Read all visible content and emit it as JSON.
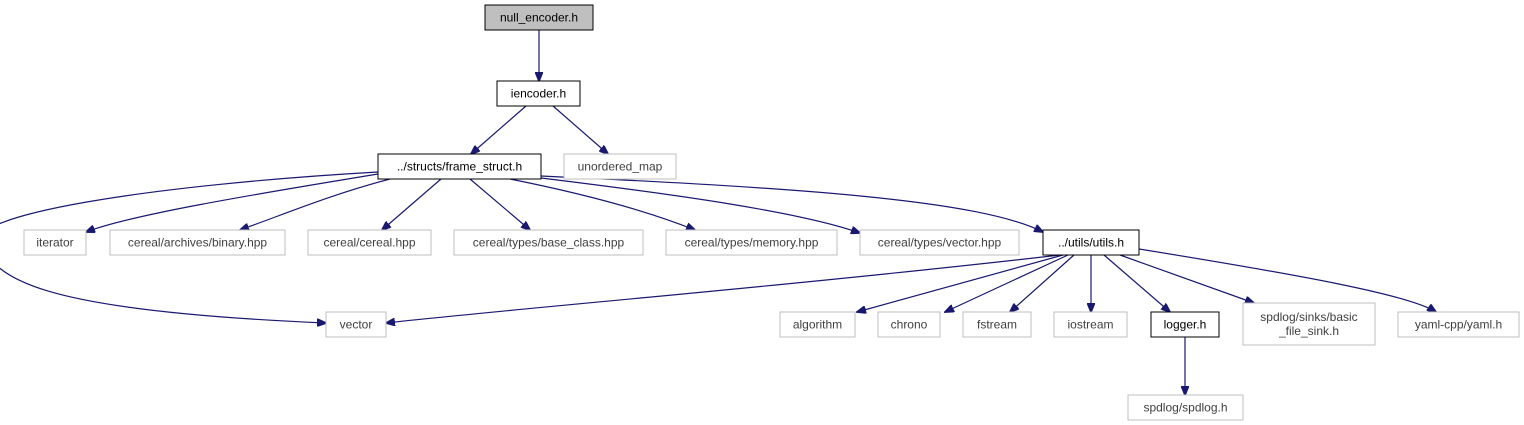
{
  "colors": {
    "edge": "#191970",
    "root_fill": "#bfbfbf",
    "local_border": "#000000",
    "system_border": "#bfbfbf",
    "system_text": "#404040",
    "text": "#000000"
  },
  "nodes": [
    {
      "id": "null_encoder",
      "lines": [
        "null_encoder.h"
      ],
      "kind": "root",
      "interactable": true
    },
    {
      "id": "iencoder",
      "lines": [
        "iencoder.h"
      ],
      "kind": "local",
      "interactable": true
    },
    {
      "id": "frame_struct",
      "lines": [
        "../structs/frame_struct.h"
      ],
      "kind": "local",
      "interactable": true
    },
    {
      "id": "unordered_map",
      "lines": [
        "unordered_map"
      ],
      "kind": "system",
      "interactable": false
    },
    {
      "id": "iterator",
      "lines": [
        "iterator"
      ],
      "kind": "system",
      "interactable": false
    },
    {
      "id": "cereal_binary",
      "lines": [
        "cereal/archives/binary.hpp"
      ],
      "kind": "system",
      "interactable": false
    },
    {
      "id": "cereal_cereal",
      "lines": [
        "cereal/cereal.hpp"
      ],
      "kind": "system",
      "interactable": false
    },
    {
      "id": "cereal_base_class",
      "lines": [
        "cereal/types/base_class.hpp"
      ],
      "kind": "system",
      "interactable": false
    },
    {
      "id": "cereal_memory",
      "lines": [
        "cereal/types/memory.hpp"
      ],
      "kind": "system",
      "interactable": false
    },
    {
      "id": "cereal_vector",
      "lines": [
        "cereal/types/vector.hpp"
      ],
      "kind": "system",
      "interactable": false
    },
    {
      "id": "utils",
      "lines": [
        "../utils/utils.h"
      ],
      "kind": "local",
      "interactable": true
    },
    {
      "id": "vector",
      "lines": [
        "vector"
      ],
      "kind": "system",
      "interactable": false
    },
    {
      "id": "algorithm",
      "lines": [
        "algorithm"
      ],
      "kind": "system",
      "interactable": false
    },
    {
      "id": "chrono",
      "lines": [
        "chrono"
      ],
      "kind": "system",
      "interactable": false
    },
    {
      "id": "fstream",
      "lines": [
        "fstream"
      ],
      "kind": "system",
      "interactable": false
    },
    {
      "id": "iostream",
      "lines": [
        "iostream"
      ],
      "kind": "system",
      "interactable": false
    },
    {
      "id": "logger",
      "lines": [
        "logger.h"
      ],
      "kind": "local",
      "interactable": true
    },
    {
      "id": "basic_file_sink",
      "lines": [
        "spdlog/sinks/basic",
        "_file_sink.h"
      ],
      "kind": "system",
      "interactable": false
    },
    {
      "id": "yaml",
      "lines": [
        "yaml-cpp/yaml.h"
      ],
      "kind": "system",
      "interactable": false
    },
    {
      "id": "spdlog",
      "lines": [
        "spdlog/spdlog.h"
      ],
      "kind": "system",
      "interactable": false
    }
  ],
  "edges": [
    {
      "from": "null_encoder",
      "to": "iencoder"
    },
    {
      "from": "iencoder",
      "to": "frame_struct"
    },
    {
      "from": "iencoder",
      "to": "unordered_map"
    },
    {
      "from": "frame_struct",
      "to": "iterator"
    },
    {
      "from": "frame_struct",
      "to": "cereal_binary"
    },
    {
      "from": "frame_struct",
      "to": "cereal_cereal"
    },
    {
      "from": "frame_struct",
      "to": "cereal_base_class"
    },
    {
      "from": "frame_struct",
      "to": "cereal_memory"
    },
    {
      "from": "frame_struct",
      "to": "cereal_vector"
    },
    {
      "from": "frame_struct",
      "to": "utils"
    },
    {
      "from": "frame_struct",
      "to": "vector"
    },
    {
      "from": "utils",
      "to": "vector"
    },
    {
      "from": "utils",
      "to": "algorithm"
    },
    {
      "from": "utils",
      "to": "chrono"
    },
    {
      "from": "utils",
      "to": "fstream"
    },
    {
      "from": "utils",
      "to": "iostream"
    },
    {
      "from": "utils",
      "to": "logger"
    },
    {
      "from": "utils",
      "to": "basic_file_sink"
    },
    {
      "from": "utils",
      "to": "yaml"
    },
    {
      "from": "logger",
      "to": "spdlog"
    }
  ]
}
